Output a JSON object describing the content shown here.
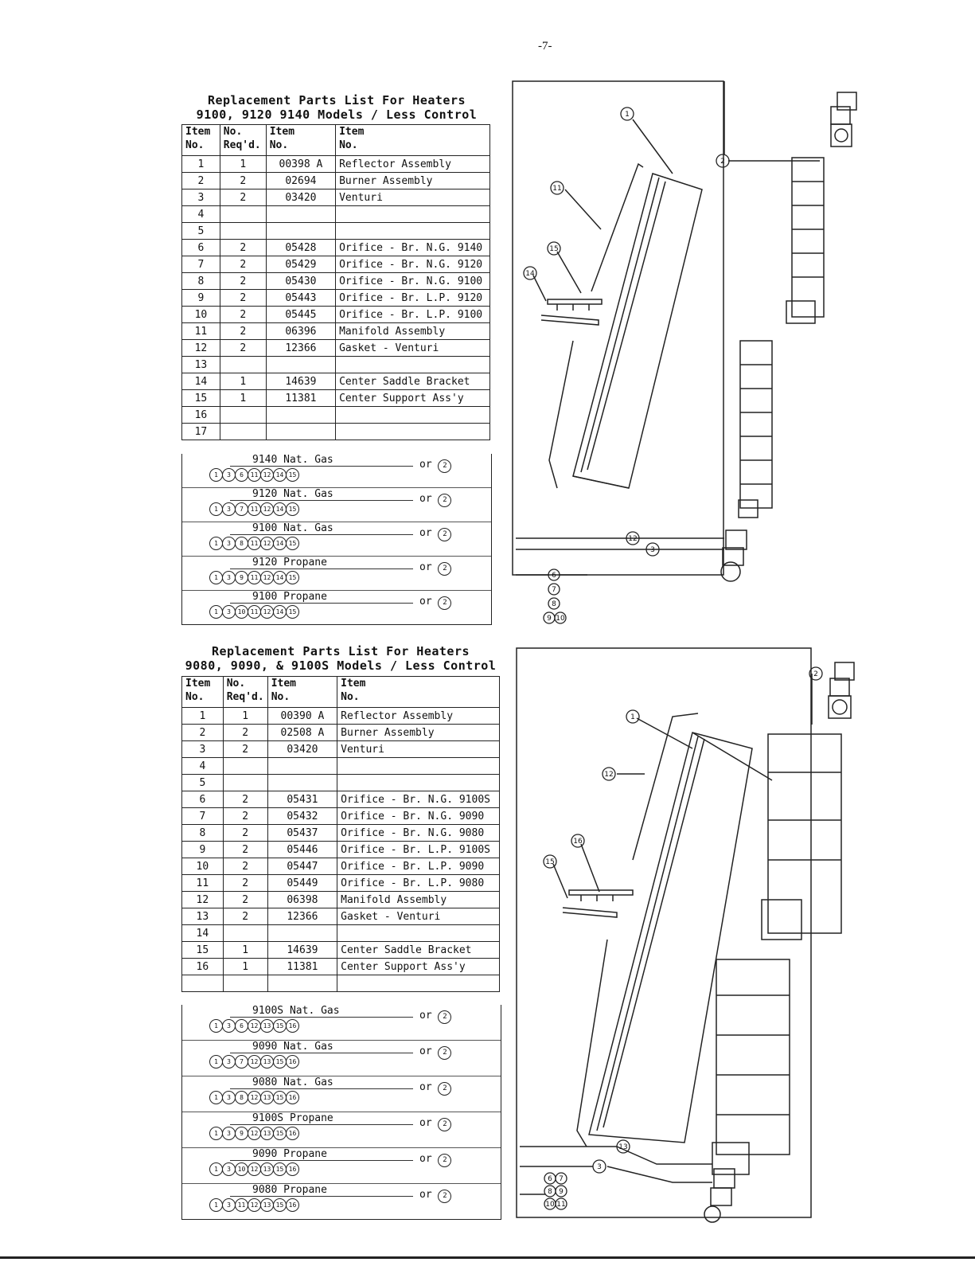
{
  "page_number": "-7-",
  "section1": {
    "title_line1": "Replacement Parts List For Heaters",
    "title_line2": "9100, 9120 9140 Models / Less Control",
    "headers": [
      "Item\nNo.",
      "No.\nReq'd.",
      "Item\nNo.",
      "Item\nNo."
    ],
    "rows": [
      [
        "1",
        "1",
        "00398 A",
        "Reflector Assembly"
      ],
      [
        "2",
        "2",
        "02694",
        "Burner Assembly"
      ],
      [
        "3",
        "2",
        "03420",
        "Venturi"
      ],
      [
        "4",
        "",
        "",
        ""
      ],
      [
        "5",
        "",
        "",
        ""
      ],
      [
        "6",
        "2",
        "05428",
        "Orifice - Br. N.G. 9140"
      ],
      [
        "7",
        "2",
        "05429",
        "Orifice - Br. N.G. 9120"
      ],
      [
        "8",
        "2",
        "05430",
        "Orifice - Br. N.G. 9100"
      ],
      [
        "9",
        "2",
        "05443",
        "Orifice - Br. L.P. 9120"
      ],
      [
        "10",
        "2",
        "05445",
        "Orifice - Br. L.P. 9100"
      ],
      [
        "11",
        "2",
        "06396",
        "Manifold Assembly"
      ],
      [
        "12",
        "2",
        "12366",
        "Gasket - Venturi"
      ],
      [
        "13",
        "",
        "",
        ""
      ],
      [
        "14",
        "1",
        "14639",
        "Center Saddle Bracket"
      ],
      [
        "15",
        "1",
        "11381",
        "Center Support Ass'y"
      ],
      [
        "16",
        "",
        "",
        ""
      ],
      [
        "17",
        "",
        "",
        ""
      ]
    ],
    "kits": [
      {
        "name": "9140 Nat. Gas",
        "items": [
          "1",
          "3",
          "6",
          "11",
          "12",
          "14",
          "15"
        ],
        "or": "or",
        "alt": "2"
      },
      {
        "name": "9120 Nat. Gas",
        "items": [
          "1",
          "3",
          "7",
          "11",
          "12",
          "14",
          "15"
        ],
        "or": "or",
        "alt": "2"
      },
      {
        "name": "9100 Nat. Gas",
        "items": [
          "1",
          "3",
          "8",
          "11",
          "12",
          "14",
          "15"
        ],
        "or": "or",
        "alt": "2"
      },
      {
        "name": "9120 Propane",
        "items": [
          "1",
          "3",
          "9",
          "11",
          "12",
          "14",
          "15"
        ],
        "or": "or",
        "alt": "2"
      },
      {
        "name": "9100 Propane",
        "items": [
          "1",
          "3",
          "10",
          "11",
          "12",
          "14",
          "15"
        ],
        "or": "or",
        "alt": "2"
      }
    ],
    "callouts": [
      "1",
      "2",
      "11",
      "15",
      "14",
      "12",
      "3",
      "6",
      "7",
      "8",
      "9",
      "10"
    ]
  },
  "section2": {
    "title_line1": "Replacement Parts List For Heaters",
    "title_line2": "9080, 9090, & 9100S Models / Less Control",
    "headers": [
      "Item\nNo.",
      "No.\nReq'd.",
      "Item\nNo.",
      "Item\nNo."
    ],
    "rows": [
      [
        "1",
        "1",
        "00390 A",
        "Reflector Assembly"
      ],
      [
        "2",
        "2",
        "02508 A",
        "Burner Assembly"
      ],
      [
        "3",
        "2",
        "03420",
        "Venturi"
      ],
      [
        "4",
        "",
        "",
        ""
      ],
      [
        "5",
        "",
        "",
        ""
      ],
      [
        "6",
        "2",
        "05431",
        "Orifice - Br. N.G. 9100S"
      ],
      [
        "7",
        "2",
        "05432",
        "Orifice - Br. N.G. 9090"
      ],
      [
        "8",
        "2",
        "05437",
        "Orifice - Br. N.G. 9080"
      ],
      [
        "9",
        "2",
        "05446",
        "Orifice - Br. L.P. 9100S"
      ],
      [
        "10",
        "2",
        "05447",
        "Orifice - Br. L.P. 9090"
      ],
      [
        "11",
        "2",
        "05449",
        "Orifice - Br. L.P. 9080"
      ],
      [
        "12",
        "2",
        "06398",
        "Manifold Assembly"
      ],
      [
        "13",
        "2",
        "12366",
        "Gasket - Venturi"
      ],
      [
        "14",
        "",
        "",
        ""
      ],
      [
        "15",
        "1",
        "14639",
        "Center Saddle Bracket"
      ],
      [
        "16",
        "1",
        "11381",
        "Center Support Ass'y"
      ],
      [
        "",
        "",
        "",
        ""
      ]
    ],
    "kits": [
      {
        "name": "9100S Nat. Gas",
        "items": [
          "1",
          "3",
          "6",
          "12",
          "13",
          "15",
          "16"
        ],
        "or": "or",
        "alt": "2"
      },
      {
        "name": "9090 Nat. Gas",
        "items": [
          "1",
          "3",
          "7",
          "12",
          "13",
          "15",
          "16"
        ],
        "or": "or",
        "alt": "2"
      },
      {
        "name": "9080 Nat. Gas",
        "items": [
          "1",
          "3",
          "8",
          "12",
          "13",
          "15",
          "16"
        ],
        "or": "or",
        "alt": "2"
      },
      {
        "name": "9100S Propane",
        "items": [
          "1",
          "3",
          "9",
          "12",
          "13",
          "15",
          "16"
        ],
        "or": "or",
        "alt": "2"
      },
      {
        "name": "9090 Propane",
        "items": [
          "1",
          "3",
          "10",
          "12",
          "13",
          "15",
          "16"
        ],
        "or": "or",
        "alt": "2"
      },
      {
        "name": "9080 Propane",
        "items": [
          "1",
          "3",
          "11",
          "12",
          "13",
          "15",
          "16"
        ],
        "or": "or",
        "alt": "2"
      }
    ],
    "callouts": [
      "1",
      "2",
      "12",
      "16",
      "15",
      "13",
      "3",
      "6",
      "7",
      "8",
      "9",
      "10",
      "11"
    ]
  }
}
